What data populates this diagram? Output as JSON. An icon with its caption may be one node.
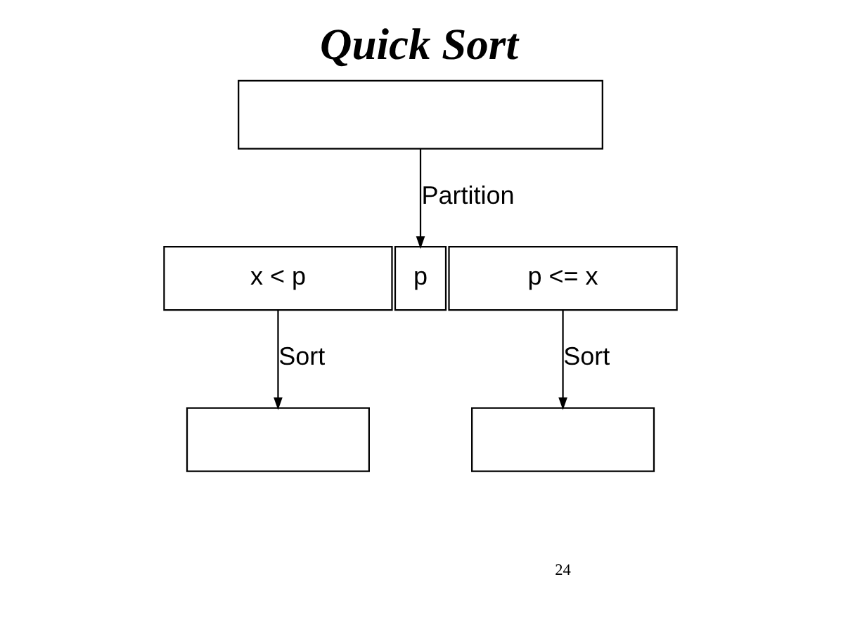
{
  "diagram": {
    "title": "Quick Sort",
    "nodes": [
      {
        "text": [],
        "shape": "box"
      },
      {
        "text": [
          "x < p"
        ]
      },
      {
        "text": [
          "p"
        ]
      },
      {
        "text": [
          "p <= x"
        ]
      },
      {
        "text": [],
        "shape": "box"
      },
      {
        "text": [],
        "shape": "box"
      }
    ],
    "edges": [
      {
        "from": 0,
        "to": 2,
        "arrow": "to",
        "label": "Partition"
      },
      {
        "from": 1,
        "to": 4,
        "arrow": "to",
        "label": "Sort"
      },
      {
        "from": 3,
        "to": 5,
        "arrow": "to",
        "label": "Sort"
      }
    ],
    "labels": [
      "24"
    ]
  }
}
